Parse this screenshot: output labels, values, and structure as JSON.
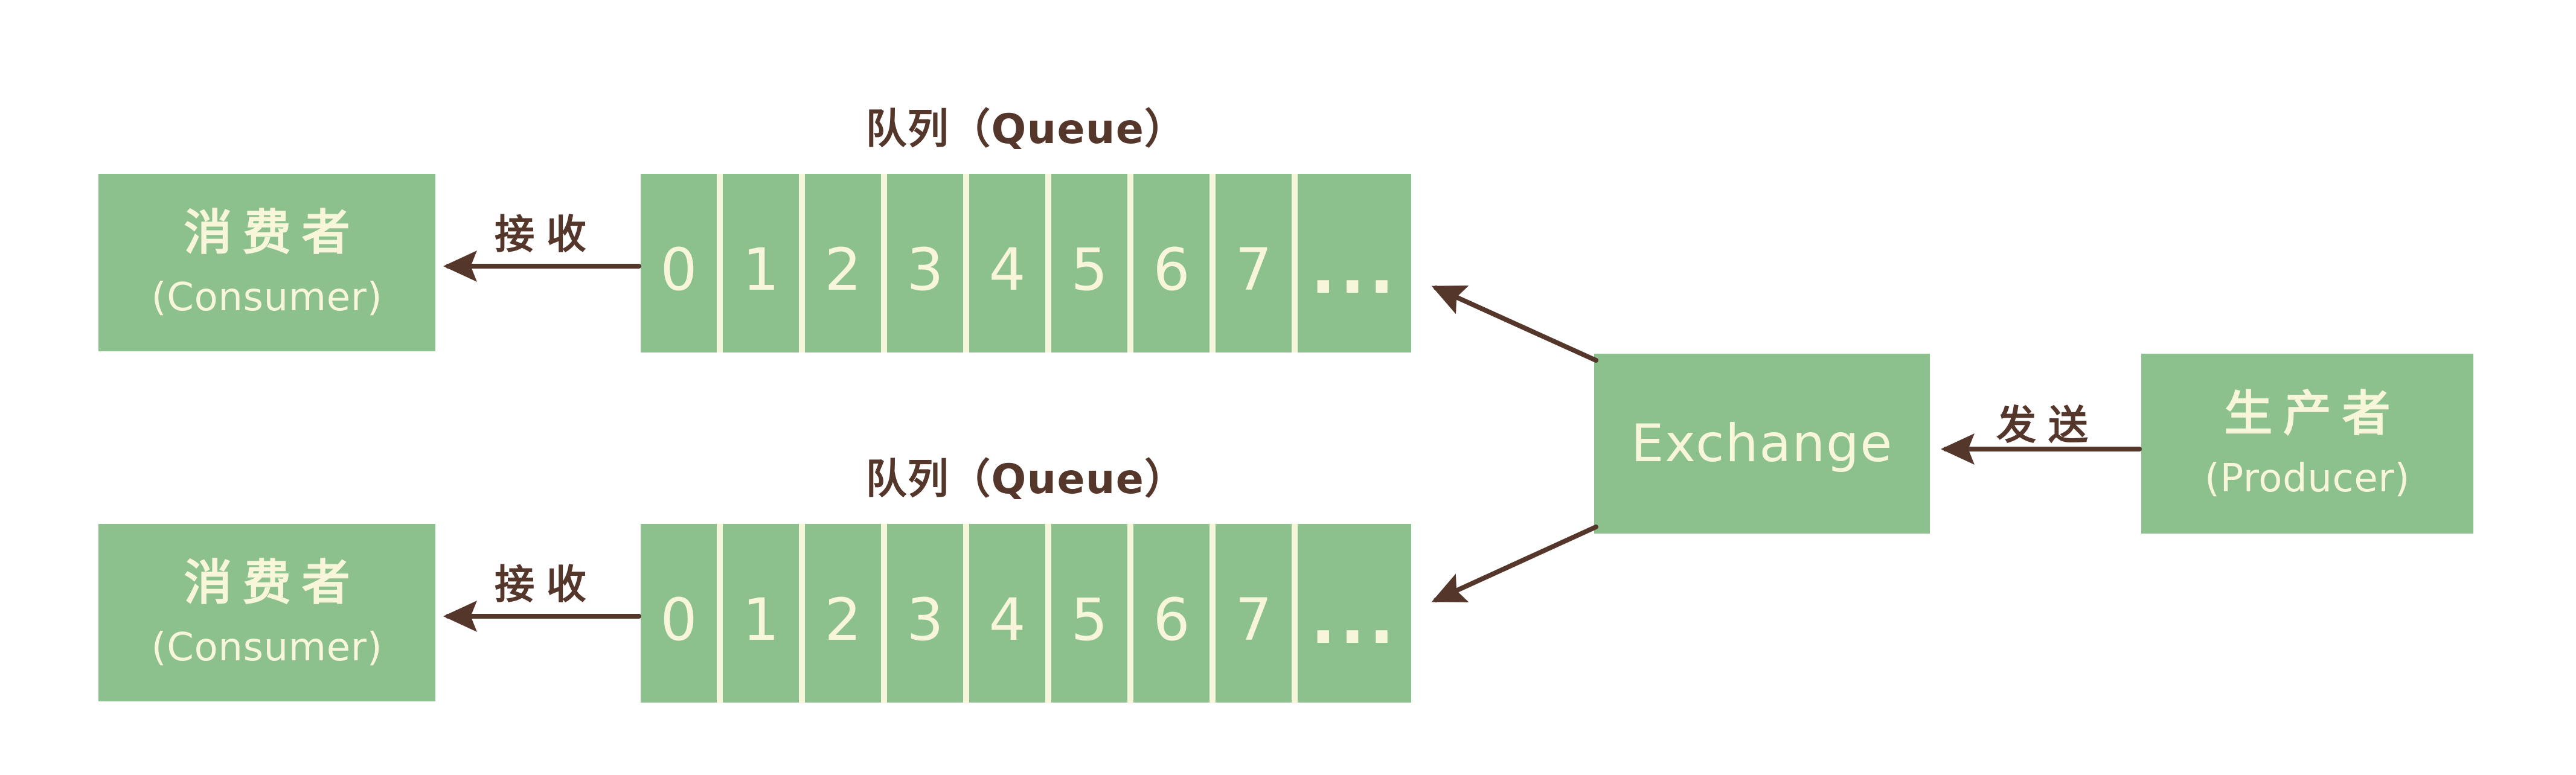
{
  "colors": {
    "box_green": "#8CC08C",
    "text_cream": "#F7F5DA",
    "ink_brown": "#54362A"
  },
  "consumers": [
    {
      "title": "消费者",
      "subtitle": "(Consumer)"
    },
    {
      "title": "消费者",
      "subtitle": "(Consumer)"
    }
  ],
  "queues": [
    {
      "label": "队列（Queue）",
      "cells": [
        "0",
        "1",
        "2",
        "3",
        "4",
        "5",
        "6",
        "7",
        "..."
      ]
    },
    {
      "label": "队列（Queue）",
      "cells": [
        "0",
        "1",
        "2",
        "3",
        "4",
        "5",
        "6",
        "7",
        "..."
      ]
    }
  ],
  "exchange": {
    "label": "Exchange"
  },
  "producer": {
    "title": "生产者",
    "subtitle": "(Producer)"
  },
  "edge_labels": {
    "receive": "接收",
    "send": "发送"
  }
}
